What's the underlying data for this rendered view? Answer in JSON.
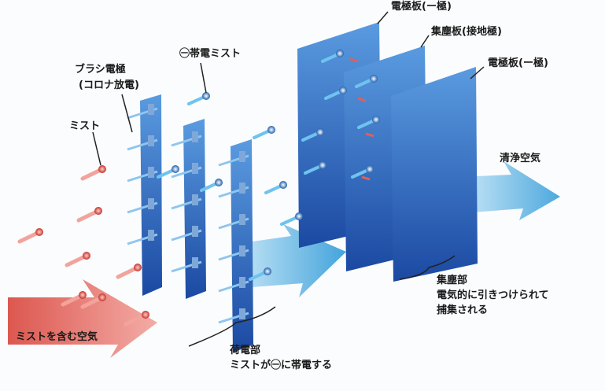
{
  "labels": {
    "electrode_plate_1": "電極板(ー極)",
    "collector_plate": "集塵板(接地極)",
    "electrode_plate_2": "電極板(ー極)",
    "brush_electrode": "ブラシ電極",
    "corona_discharge": "(コロナ放電)",
    "charged_mist": "㊀帯電ミスト",
    "mist": "ミスト",
    "clean_air": "清浄空気",
    "collection_title": "集塵部",
    "collection_desc_1": "電気的に引きつけられて",
    "collection_desc_2": "捕集される",
    "mist_air": "ミストを含む空気",
    "charging_title": "荷電部",
    "charging_desc": "ミストが㊀に帯電する"
  },
  "colors": {
    "plate_dark": "#1f4fa8",
    "plate_light": "#4f8fd6",
    "mist_red": "#d9453c",
    "air_blue": "#3fa6e0",
    "air_red": "#e0605a"
  }
}
